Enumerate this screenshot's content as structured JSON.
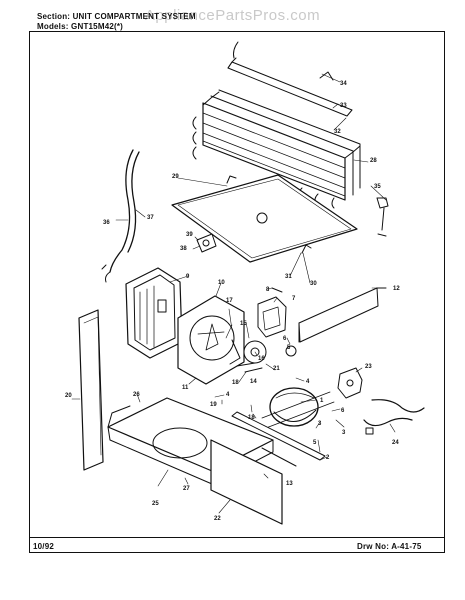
{
  "header": {
    "section": "Section:  UNIT COMPARTMENT SYSTEM",
    "models": "Models:  GNT15M42(*)"
  },
  "watermark": "AppliancePartsPros.com",
  "footer": {
    "date": "10/92",
    "drawing_no": "Drw No:   A-41-75"
  },
  "callouts": [
    "1",
    "2",
    "3",
    "4",
    "5",
    "6",
    "7",
    "8",
    "9",
    "10",
    "11",
    "12",
    "13",
    "14",
    "15",
    "16",
    "17",
    "18",
    "19",
    "20",
    "21",
    "22",
    "23",
    "24",
    "25",
    "26",
    "27",
    "28",
    "29",
    "30",
    "31",
    "32",
    "33",
    "34",
    "35",
    "36",
    "37",
    "38",
    "39"
  ],
  "colors": {
    "ink": "#111111",
    "paper": "#ffffff",
    "watermark": "#c9c9c9"
  }
}
